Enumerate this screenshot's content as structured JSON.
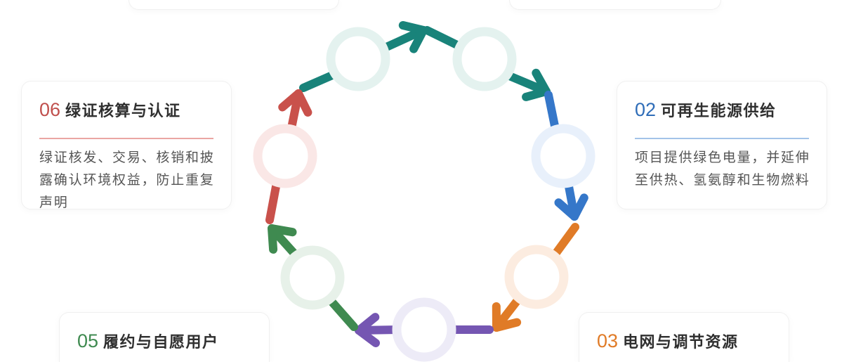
{
  "stages": [
    {
      "color": "#19837a",
      "tint": "#e4f2ef"
    },
    {
      "color": "#3577c9",
      "tint": "#e8f0fb"
    },
    {
      "color": "#e07b27",
      "tint": "#fcece0"
    },
    {
      "color": "#7556b2",
      "tint": "#edebf7"
    },
    {
      "color": "#3f8a50",
      "tint": "#e7f1e9"
    },
    {
      "color": "#c9514b",
      "tint": "#fae7e6"
    }
  ],
  "cards": [
    {
      "number": "06",
      "title": "绿证核算与认证",
      "description_lines": [
        "绿证核发、交易、核销和披",
        "露确认环境权益，防止重复",
        "声明"
      ],
      "color": "#c0504d",
      "divider_color": "#eaa6a3"
    },
    {
      "number": "02",
      "title": "可再生能源供给",
      "description_lines": [
        "项目提供绿色电量，并延伸",
        "至供热、氢氨醇和生物燃料"
      ],
      "color": "#2f6db8",
      "divider_color": "#a3c3e8"
    },
    {
      "number": "05",
      "title": "履约与自愿用户",
      "color": "#3f8a50"
    },
    {
      "number": "03",
      "title": "电网与调节资源",
      "color": "#e07b27"
    }
  ]
}
